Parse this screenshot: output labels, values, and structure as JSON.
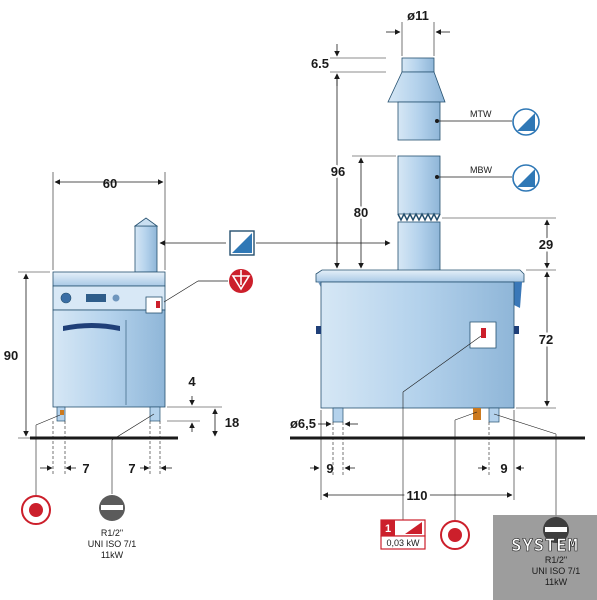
{
  "colors": {
    "body_fill": "#b4d2ec",
    "body_shade": "#8fb6d8",
    "outline": "#25506f",
    "dim_line": "#1a1a1a",
    "accent_red": "#cc1f2b",
    "grey_symbol": "#5b5b5b",
    "watermark_bg": "#8c8c8c"
  },
  "dims": {
    "width_left": "60",
    "height_left": "90",
    "foot_gap": "4",
    "foot_height": "18",
    "side_left_a": "7",
    "side_left_b": "7",
    "flue_diameter": "ø11",
    "flue_cap": "6.5",
    "flue_height": "96",
    "flue_mid": "80",
    "flue_top": "29",
    "body_height": "72",
    "foot_diameter": "ø6,5",
    "side_right_a": "9",
    "side_right_b": "9",
    "width_right": "110"
  },
  "labels": {
    "mtw": "MTW",
    "mbw": "MBW"
  },
  "connections": {
    "gas_left": {
      "line1": "R1/2\"",
      "line2": "UNI ISO 7/1",
      "line3": "11kW"
    },
    "gas_right": {
      "line1": "R1/2\"",
      "line2": "UNI ISO 7/1",
      "line3": "11kW"
    },
    "electric": {
      "phase": "1",
      "power": "0,03 kW"
    }
  },
  "icons": [
    "equipotential-icon",
    "flue-type-icon",
    "thermostat-icon",
    "water-inlet-icon",
    "gas-connection-icon"
  ],
  "watermark": {
    "text": "SYSTEM"
  }
}
